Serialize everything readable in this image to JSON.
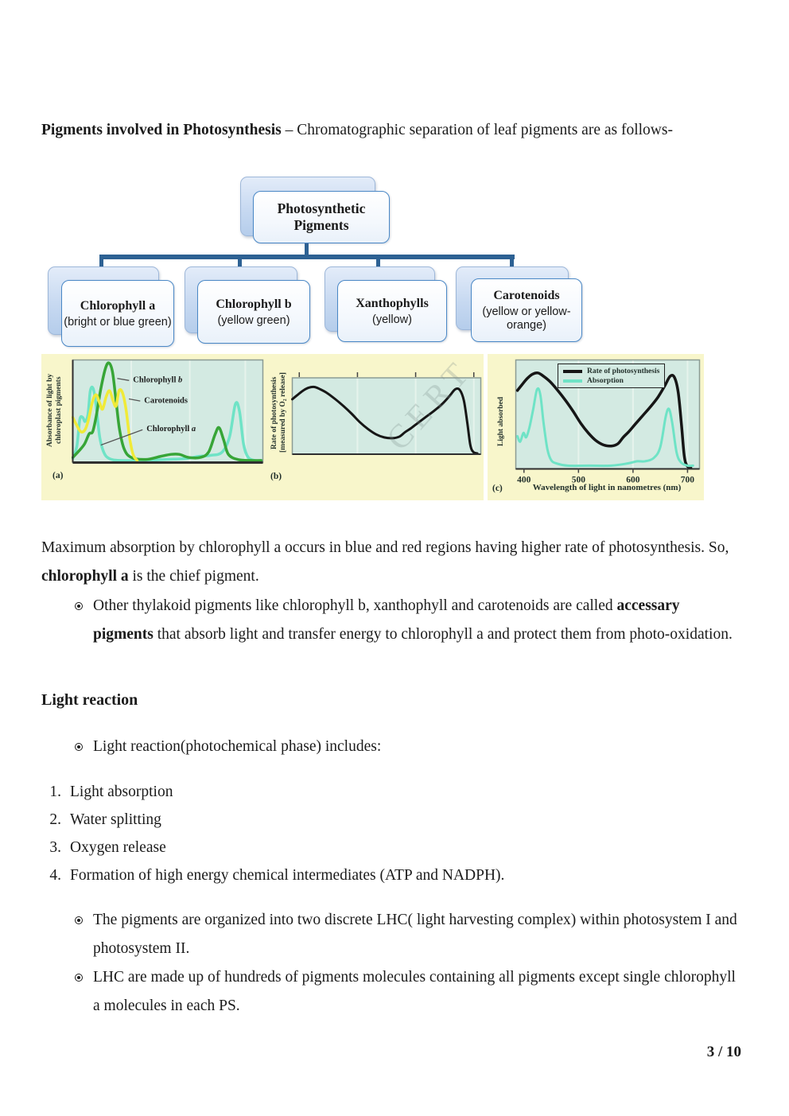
{
  "page": {
    "page_number": "3 / 10"
  },
  "heading": {
    "bold": "Pigments involved in Photosynthesis",
    "rest": " – Chromatographic separation of leaf pigments are as follows-"
  },
  "diagram": {
    "root_label": "Photosynthetic Pigments",
    "children": [
      {
        "title": "Chlorophyll a",
        "subtitle": "(bright or blue green)"
      },
      {
        "title": "Chlorophyll b",
        "subtitle": "(yellow green)"
      },
      {
        "title": "Xanthophylls",
        "subtitle": "(yellow)"
      },
      {
        "title": "Carotenoids",
        "subtitle": "(yellow or yellow-orange)"
      }
    ],
    "colors": {
      "connector": "#2d6193",
      "box_border": "#4a88c6"
    }
  },
  "figure": {
    "watermark": "CERT",
    "copyright_mark": "©",
    "background": "#f8f6cb",
    "plot_background": "#d3eae2"
  },
  "chart_data": [
    {
      "type": "line",
      "panel": "(a)",
      "ylabel": "Absorbance of light by chloroplast pigments",
      "x_range": [
        390,
        715
      ],
      "y_range": [
        0,
        1
      ],
      "grid_x": [
        490,
        590,
        685
      ],
      "series": [
        {
          "name": "Chlorophyll a",
          "color": "#6fe3c6",
          "width": 3.5,
          "points": [
            [
              390,
              0.04
            ],
            [
              397,
              0.16
            ],
            [
              402,
              0.42
            ],
            [
              407,
              0.44
            ],
            [
              411,
              0.4
            ],
            [
              416,
              0.47
            ],
            [
              420,
              0.7
            ],
            [
              425,
              0.72
            ],
            [
              430,
              0.55
            ],
            [
              436,
              0.25
            ],
            [
              443,
              0.1
            ],
            [
              452,
              0.04
            ],
            [
              470,
              0.02
            ],
            [
              510,
              0.02
            ],
            [
              550,
              0.03
            ],
            [
              585,
              0.04
            ],
            [
              605,
              0.06
            ],
            [
              625,
              0.07
            ],
            [
              645,
              0.1
            ],
            [
              658,
              0.25
            ],
            [
              668,
              0.57
            ],
            [
              675,
              0.5
            ],
            [
              682,
              0.18
            ],
            [
              690,
              0.05
            ],
            [
              702,
              0.02
            ],
            [
              712,
              0.02
            ]
          ]
        },
        {
          "name": "Chlorophyll b",
          "color": "#37a537",
          "width": 3.5,
          "points": [
            [
              390,
              0.05
            ],
            [
              400,
              0.11
            ],
            [
              410,
              0.18
            ],
            [
              418,
              0.28
            ],
            [
              424,
              0.3
            ],
            [
              430,
              0.45
            ],
            [
              438,
              0.72
            ],
            [
              446,
              0.92
            ],
            [
              452,
              0.97
            ],
            [
              458,
              0.88
            ],
            [
              464,
              0.6
            ],
            [
              470,
              0.32
            ],
            [
              478,
              0.13
            ],
            [
              490,
              0.05
            ],
            [
              515,
              0.03
            ],
            [
              540,
              0.06
            ],
            [
              558,
              0.08
            ],
            [
              572,
              0.08
            ],
            [
              588,
              0.05
            ],
            [
              608,
              0.05
            ],
            [
              622,
              0.1
            ],
            [
              633,
              0.27
            ],
            [
              640,
              0.34
            ],
            [
              648,
              0.22
            ],
            [
              656,
              0.08
            ],
            [
              672,
              0.03
            ],
            [
              695,
              0.02
            ],
            [
              712,
              0.02
            ]
          ]
        },
        {
          "name": "Carotenoids",
          "color": "#f0ea38",
          "width": 3.5,
          "points": [
            [
              390,
              0.44
            ],
            [
              397,
              0.36
            ],
            [
              404,
              0.3
            ],
            [
              411,
              0.32
            ],
            [
              417,
              0.42
            ],
            [
              424,
              0.6
            ],
            [
              430,
              0.66
            ],
            [
              436,
              0.58
            ],
            [
              441,
              0.52
            ],
            [
              447,
              0.64
            ],
            [
              453,
              0.7
            ],
            [
              459,
              0.6
            ],
            [
              464,
              0.55
            ],
            [
              469,
              0.7
            ],
            [
              475,
              0.68
            ],
            [
              481,
              0.52
            ],
            [
              487,
              0.25
            ],
            [
              493,
              0.08
            ],
            [
              500,
              0.02
            ]
          ]
        }
      ],
      "annotations": [
        {
          "text": "Chlorophyll b",
          "ax": 489,
          "ay": 0.8,
          "lx": 466,
          "ly": 0.82
        },
        {
          "text": "Carotenoids",
          "ax": 508,
          "ay": 0.6,
          "lx": 486,
          "ly": 0.62
        },
        {
          "text": "Chlorophyll a",
          "ax": 512,
          "ay": 0.32,
          "lx": 438,
          "ly": 0.17
        }
      ]
    },
    {
      "type": "line",
      "panel": "(b)",
      "ylabel_line1": "Rate of photosynthesis",
      "ylabel_line2": "[measured by O₂ release]",
      "x_range": [
        388,
        712
      ],
      "y_range": [
        0,
        1
      ],
      "grid_x": [
        500,
        600,
        700
      ],
      "top_ticks": [
        400,
        500,
        600,
        700
      ],
      "series": [
        {
          "name": "Rate of photosynthesis",
          "color": "#161616",
          "width": 3,
          "points": [
            [
              388,
              0.72
            ],
            [
              396,
              0.77
            ],
            [
              406,
              0.83
            ],
            [
              416,
              0.87
            ],
            [
              426,
              0.88
            ],
            [
              436,
              0.85
            ],
            [
              448,
              0.8
            ],
            [
              462,
              0.72
            ],
            [
              476,
              0.63
            ],
            [
              490,
              0.53
            ],
            [
              504,
              0.42
            ],
            [
              518,
              0.33
            ],
            [
              532,
              0.26
            ],
            [
              546,
              0.22
            ],
            [
              560,
              0.21
            ],
            [
              572,
              0.23
            ],
            [
              582,
              0.29
            ],
            [
              592,
              0.34
            ],
            [
              604,
              0.41
            ],
            [
              618,
              0.49
            ],
            [
              632,
              0.57
            ],
            [
              646,
              0.66
            ],
            [
              658,
              0.76
            ],
            [
              668,
              0.85
            ],
            [
              676,
              0.84
            ],
            [
              683,
              0.7
            ],
            [
              689,
              0.4
            ],
            [
              694,
              0.12
            ],
            [
              699,
              0.03
            ],
            [
              706,
              0.01
            ]
          ]
        }
      ]
    },
    {
      "type": "line",
      "panel": "(c)",
      "ylabel": "Light absorbed",
      "xlabel": "Wavelength of light in nanometres (nm)",
      "x_range": [
        385,
        722
      ],
      "y_range": [
        0,
        1
      ],
      "grid_x": [
        500,
        600,
        700
      ],
      "xticks": [
        400,
        500,
        600,
        700
      ],
      "legend": [
        "Rate of photosynthesis",
        "Absorption"
      ],
      "series": [
        {
          "name": "Rate of photosynthesis",
          "color": "#161616",
          "width": 3.5,
          "points": [
            [
              388,
              0.72
            ],
            [
              396,
              0.77
            ],
            [
              406,
              0.83
            ],
            [
              416,
              0.87
            ],
            [
              426,
              0.88
            ],
            [
              436,
              0.85
            ],
            [
              448,
              0.8
            ],
            [
              462,
              0.72
            ],
            [
              476,
              0.63
            ],
            [
              490,
              0.53
            ],
            [
              504,
              0.42
            ],
            [
              518,
              0.33
            ],
            [
              532,
              0.26
            ],
            [
              546,
              0.22
            ],
            [
              560,
              0.21
            ],
            [
              572,
              0.23
            ],
            [
              582,
              0.29
            ],
            [
              592,
              0.34
            ],
            [
              604,
              0.41
            ],
            [
              618,
              0.49
            ],
            [
              632,
              0.57
            ],
            [
              646,
              0.66
            ],
            [
              658,
              0.76
            ],
            [
              668,
              0.85
            ],
            [
              676,
              0.84
            ],
            [
              683,
              0.7
            ],
            [
              689,
              0.4
            ],
            [
              694,
              0.12
            ],
            [
              699,
              0.03
            ],
            [
              706,
              0.01
            ]
          ]
        },
        {
          "name": "Absorption",
          "color": "#6fe3c6",
          "width": 3,
          "points": [
            [
              388,
              0.3
            ],
            [
              393,
              0.25
            ],
            [
              399,
              0.33
            ],
            [
              404,
              0.29
            ],
            [
              410,
              0.38
            ],
            [
              417,
              0.55
            ],
            [
              424,
              0.73
            ],
            [
              430,
              0.68
            ],
            [
              436,
              0.42
            ],
            [
              443,
              0.18
            ],
            [
              450,
              0.08
            ],
            [
              460,
              0.05
            ],
            [
              480,
              0.03
            ],
            [
              520,
              0.03
            ],
            [
              560,
              0.03
            ],
            [
              590,
              0.05
            ],
            [
              608,
              0.07
            ],
            [
              622,
              0.07
            ],
            [
              638,
              0.1
            ],
            [
              650,
              0.2
            ],
            [
              660,
              0.48
            ],
            [
              666,
              0.55
            ],
            [
              672,
              0.42
            ],
            [
              680,
              0.15
            ],
            [
              688,
              0.06
            ],
            [
              700,
              0.03
            ],
            [
              710,
              0.03
            ]
          ]
        }
      ]
    }
  ],
  "paragraph": {
    "t1": "Maximum absorption by chlorophyll a occurs in blue and red regions having higher rate of photosynthesis. So, ",
    "bold": "chlorophyll a",
    "t2": " is the chief pigment."
  },
  "bullets_top": [
    {
      "t1": "Other thylakoid pigments like chlorophyll b, xanthophyll and carotenoids are called ",
      "bold": "accessary pigments",
      "t2": " that absorb light and transfer energy to chlorophyll a and protect them from photo-oxidation."
    }
  ],
  "section_heading": "Light reaction",
  "bullet_includes": "Light reaction(photochemical phase) includes:",
  "numbered_list": [
    {
      "n": "1.",
      "text": "Light absorption"
    },
    {
      "n": "2.",
      "text": "Water splitting"
    },
    {
      "n": "3.",
      "text": "Oxygen release"
    },
    {
      "n": "4.",
      "text": "Formation of high energy chemical intermediates (ATP and NADPH)."
    }
  ],
  "bullets_bottom": [
    {
      "text": "The pigments are organized into two discrete LHC( light harvesting complex) within photosystem I and photosystem II."
    },
    {
      "text": "LHC are made up of hundreds of pigments molecules containing all pigments except single chlorophyll a molecules in each PS."
    }
  ]
}
